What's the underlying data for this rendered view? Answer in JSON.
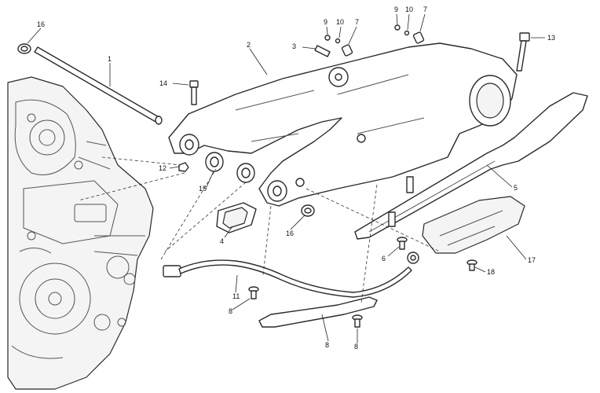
{
  "callouts": {
    "c1": "1",
    "c2": "2",
    "c3": "3",
    "c4": "4",
    "c5": "5",
    "c6": "6",
    "c7a": "7",
    "c7b": "7",
    "c8a": "8",
    "c8b": "8",
    "c8c": "8",
    "c9a": "9",
    "c9b": "9",
    "c10a": "10",
    "c10b": "10",
    "c11": "11",
    "c12": "12",
    "c13": "13",
    "c14": "14",
    "c15": "15",
    "c16a": "16",
    "c16b": "16",
    "c17": "17",
    "c18": "18"
  },
  "colors": {
    "line": "#2a2a2a",
    "fill": "#ffffff",
    "shade": "#f4f4f4"
  }
}
